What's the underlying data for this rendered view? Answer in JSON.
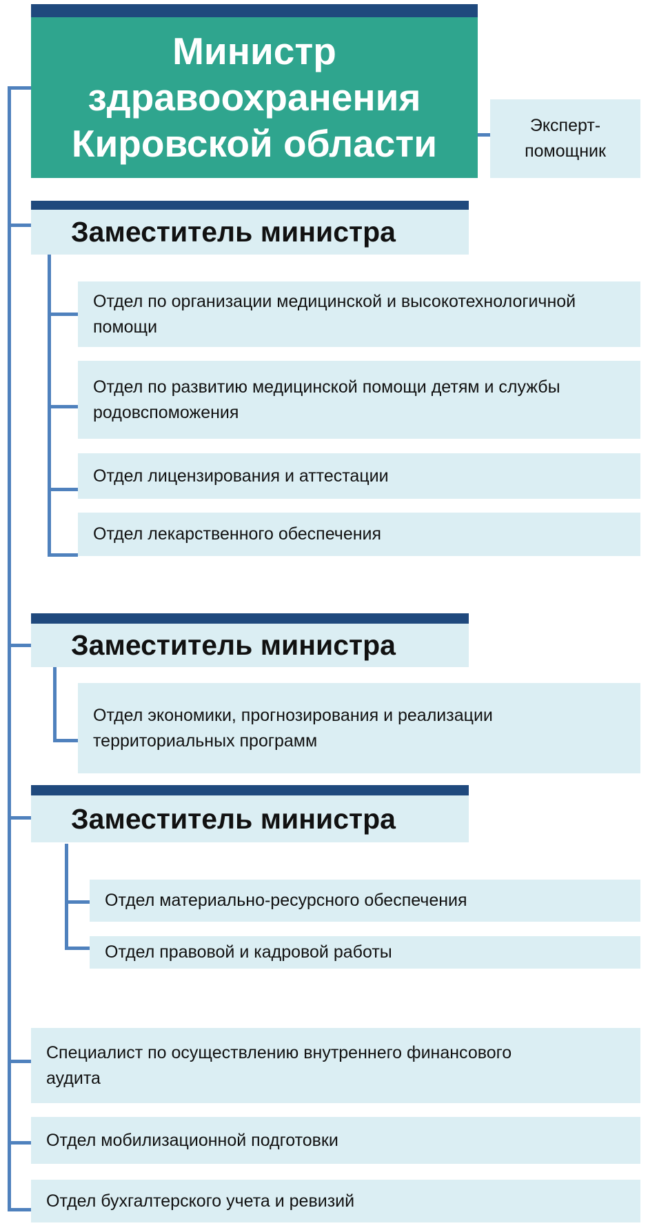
{
  "minister": {
    "title": "Министр здравоохранения Кировской области"
  },
  "expert": {
    "label": "Эксперт-помощник"
  },
  "deputies": [
    {
      "title": "Заместитель министра",
      "departments": [
        "Отдел по организации медицинской и высокотехнологичной помощи",
        "Отдел по развитию медицинской помощи детям и службы родовспоможения",
        "Отдел лицензирования и аттестации",
        "Отдел лекарственного обеспечения"
      ]
    },
    {
      "title": "Заместитель министра",
      "departments": [
        "Отдел экономики, прогнозирования и реализации территориальных программ"
      ]
    },
    {
      "title": "Заместитель министра",
      "departments": [
        "Отдел материально-ресурсного обеспечения",
        "Отдел правовой и кадровой работы"
      ]
    }
  ],
  "direct_units": [
    "Специалист по осуществлению внутреннего финансового аудита",
    "Отдел мобилизационной подготовки",
    "Отдел бухгалтерского учета и ревизий"
  ],
  "colors": {
    "header_bar": "#1f497d",
    "minister_fill": "#2fa58e",
    "box_fill": "#dbeef3",
    "connector": "#4f81bd"
  }
}
